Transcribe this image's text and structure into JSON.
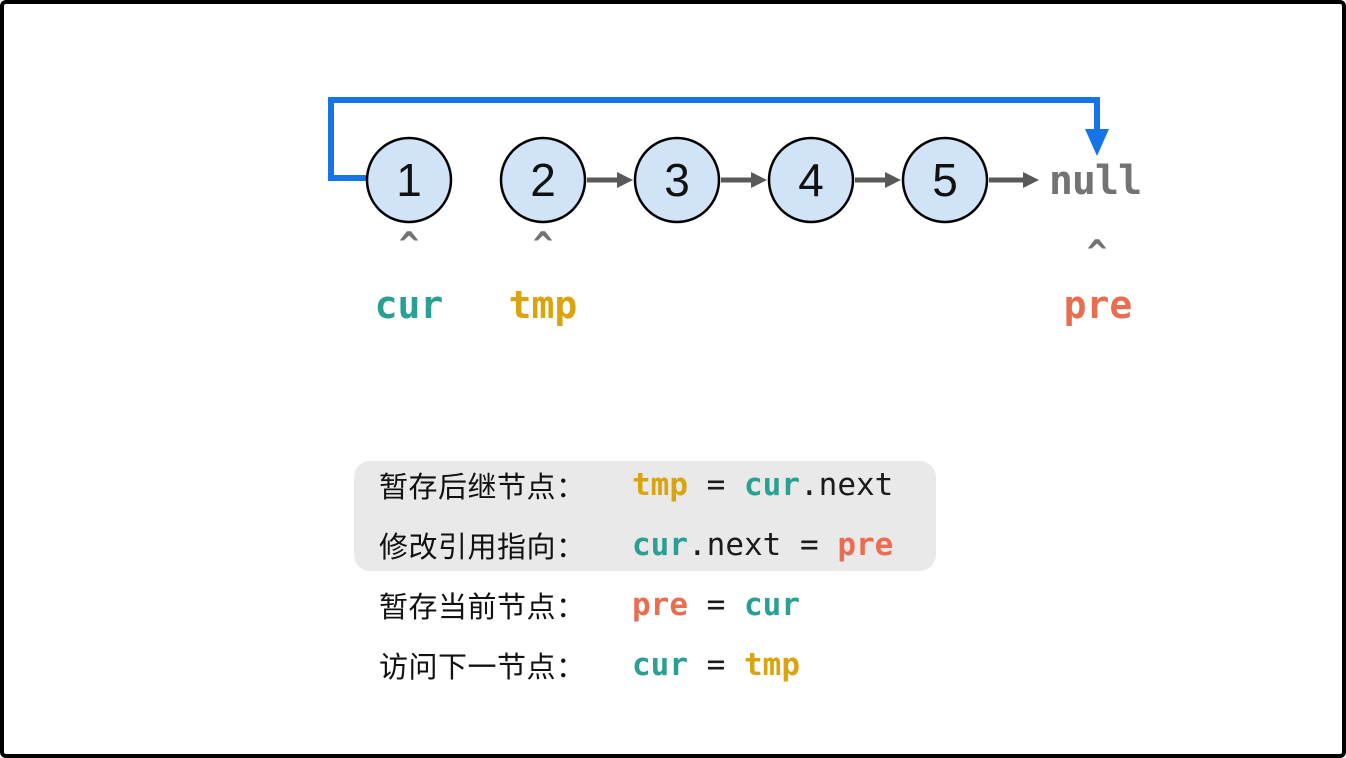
{
  "colors": {
    "reroute_arrow_blue": "#1673e8",
    "node_fill": "#d0e3f7",
    "node_stroke": "#000000",
    "link_arrow_gray": "#595959",
    "muted_gray": "#737373",
    "pointer_cur_teal": "#2aa094",
    "pointer_tmp_gold": "#d9a40d",
    "pointer_pre_red": "#ea6d51",
    "highlight_bg": "#e9e9e9"
  },
  "diagram": {
    "nodes": [
      "1",
      "2",
      "3",
      "4",
      "5"
    ],
    "null_label": "null",
    "caret": "^",
    "pointers": {
      "cur": "cur",
      "tmp": "tmp",
      "pre": "pre"
    }
  },
  "steps": [
    {
      "label": "暂存后继节点：",
      "highlighted": true,
      "segments": [
        {
          "text": "tmp",
          "color": "gold"
        },
        {
          "text": " = ",
          "color": "plain"
        },
        {
          "text": "cur",
          "color": "teal"
        },
        {
          "text": ".next",
          "color": "plain"
        }
      ]
    },
    {
      "label": "修改引用指向：",
      "highlighted": true,
      "segments": [
        {
          "text": "cur",
          "color": "teal"
        },
        {
          "text": ".next",
          "color": "plain"
        },
        {
          "text": " = ",
          "color": "plain"
        },
        {
          "text": "pre",
          "color": "red"
        }
      ]
    },
    {
      "label": "暂存当前节点：",
      "highlighted": false,
      "segments": [
        {
          "text": "pre",
          "color": "red"
        },
        {
          "text": " = ",
          "color": "plain"
        },
        {
          "text": "cur",
          "color": "teal"
        }
      ]
    },
    {
      "label": "访问下一节点：",
      "highlighted": false,
      "segments": [
        {
          "text": "cur",
          "color": "teal"
        },
        {
          "text": " = ",
          "color": "plain"
        },
        {
          "text": "tmp",
          "color": "gold"
        }
      ]
    }
  ]
}
